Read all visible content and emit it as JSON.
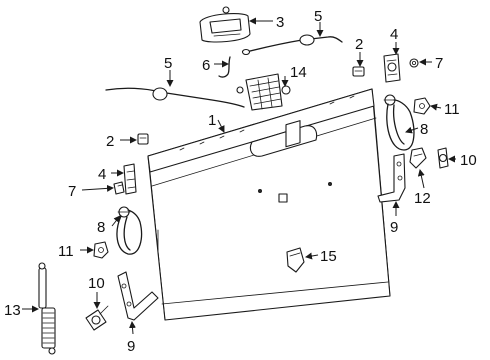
{
  "callouts": {
    "c1": "1",
    "c2a": "2",
    "c2b": "2",
    "c3": "3",
    "c4a": "4",
    "c4b": "4",
    "c5a": "5",
    "c5b": "5",
    "c6": "6",
    "c7a": "7",
    "c7b": "7",
    "c8a": "8",
    "c8b": "8",
    "c9a": "9",
    "c9b": "9",
    "c10a": "10",
    "c10b": "10",
    "c11a": "11",
    "c11b": "11",
    "c12": "12",
    "c13": "13",
    "c14": "14",
    "c15": "15"
  }
}
